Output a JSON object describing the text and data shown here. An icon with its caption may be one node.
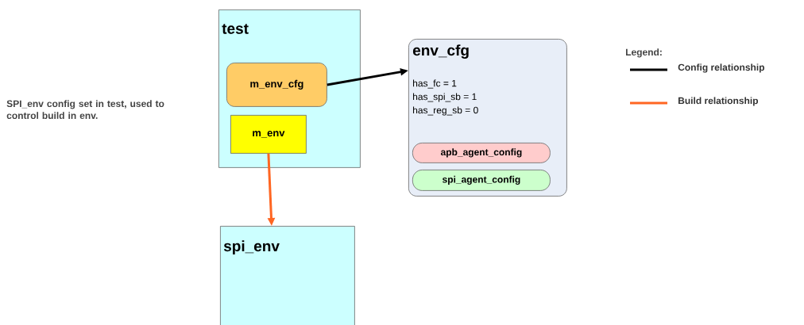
{
  "diagram": {
    "nodes": [
      {
        "text": [
          "test"
        ]
      },
      {
        "text": [
          "m_env_cfg"
        ],
        "in": 0
      },
      {
        "text": [
          "m_env"
        ],
        "in": 0
      },
      {
        "text": [
          "spi_env"
        ]
      },
      {
        "text": [
          "env_cfg",
          "has_fc = 1",
          "has_spi_sb = 1",
          "has_reg_sb = 0"
        ]
      },
      {
        "text": [
          "apb_agent_config"
        ],
        "in": 4
      },
      {
        "text": [
          "spi_agent_config"
        ],
        "in": 4
      }
    ],
    "edges": [
      {
        "from": 1,
        "to": 4,
        "arrow": "to"
      },
      {
        "from": 2,
        "to": 3,
        "arrow": "to",
        "color": "#ff6622"
      }
    ],
    "labels": [
      "SPI_env config set in test, used to control build in env.",
      "Legend:"
    ],
    "legend": [
      {
        "text": "Config relationship"
      },
      {
        "text": "Build relationship"
      }
    ]
  }
}
